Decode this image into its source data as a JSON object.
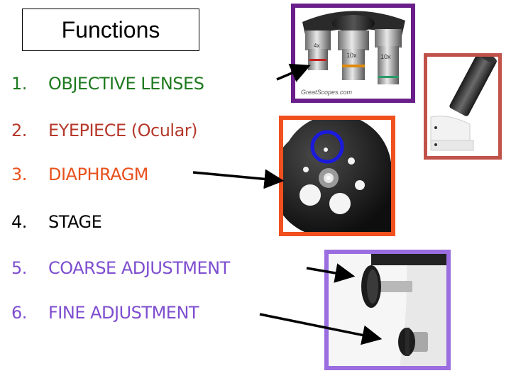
{
  "title": "Functions",
  "items": [
    {
      "number": "1.",
      "label": "OBJECTIVE LENSES",
      "color": "#1f7a1f"
    },
    {
      "number": "2.",
      "label": "EYEPIECE (Ocular)",
      "color": "#b5382b"
    },
    {
      "number": "3.",
      "label": "DIAPHRAGM",
      "color": "#e8511d"
    },
    {
      "number": "4.",
      "label": "STAGE",
      "color": "#000000"
    },
    {
      "number": "5.",
      "label": "COARSE ADJUSTMENT",
      "color": "#7e4ecf"
    },
    {
      "number": "6.",
      "label": "FINE ADJUSTMENT",
      "color": "#7e4ecf"
    }
  ],
  "photos": {
    "objectives": {
      "border_color": "#6a1e8a",
      "watermark": "GreatScopes.com",
      "lens_labels": [
        "4x",
        "10x",
        "10x"
      ]
    },
    "eyepiece": {
      "border_color": "#c0524a"
    },
    "diaphragm": {
      "border_color": "#f0501e",
      "highlight_color": "#1a1adc"
    },
    "adjustment": {
      "border_color": "#9a6de0"
    }
  }
}
